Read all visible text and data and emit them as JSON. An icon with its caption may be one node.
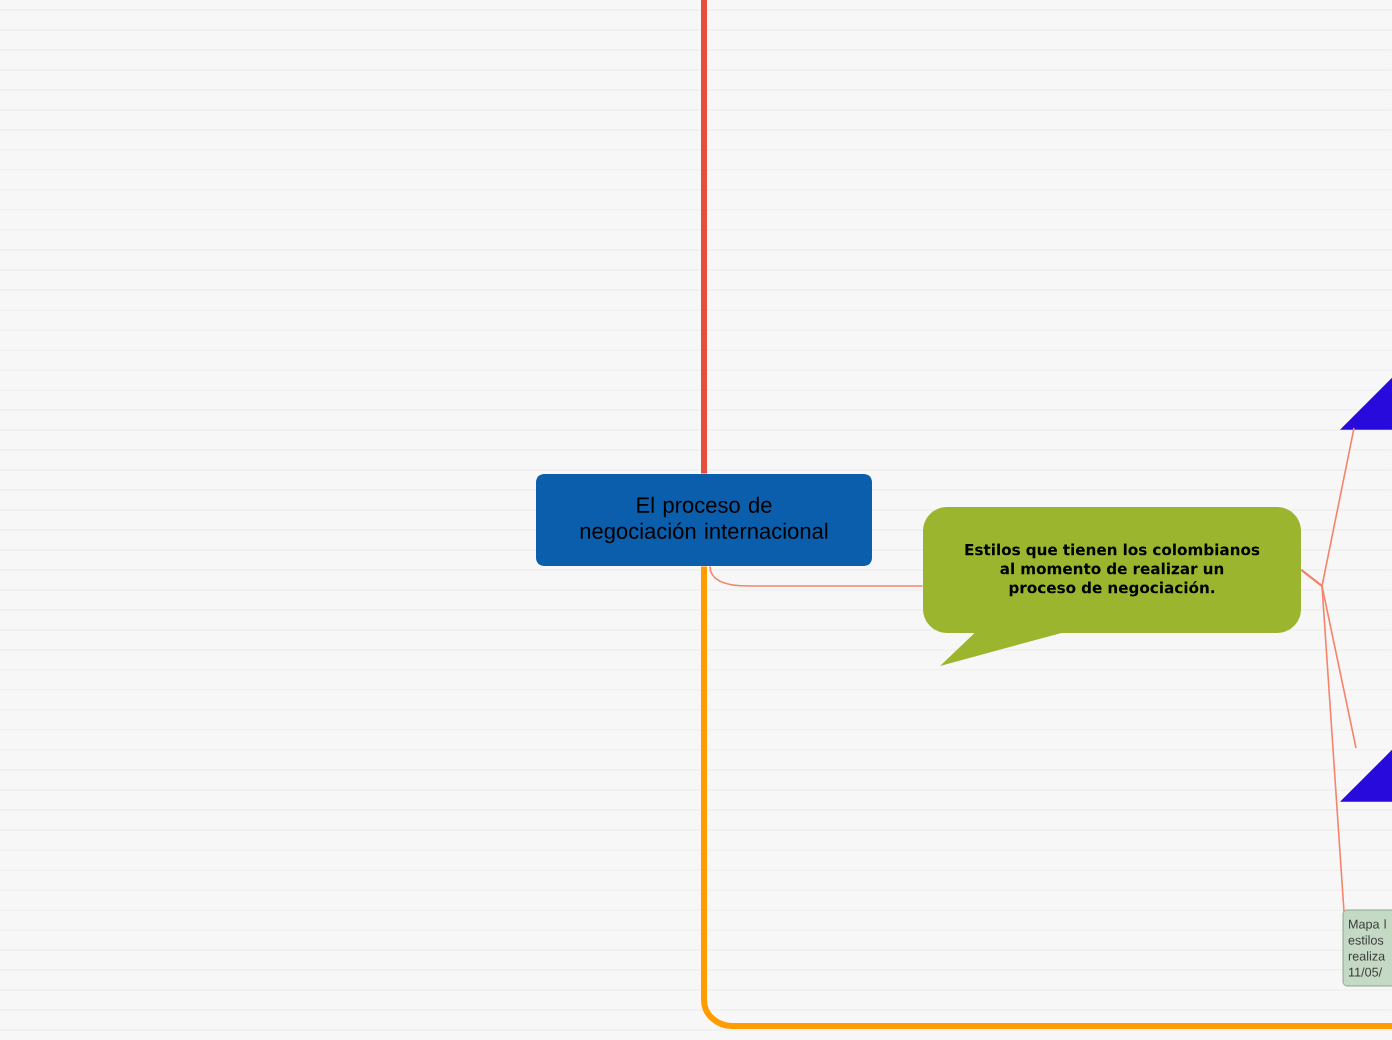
{
  "diagram": {
    "nodes": [
      {
        "text": [
          "El proceso de negociación internacional"
        ]
      },
      {
        "text": [
          "Estilos que tienen los colombianos al momento de realizar un proceso de negociación."
        ]
      },
      {
        "text": [],
        "shape": "triangle"
      },
      {
        "text": [],
        "shape": "triangle"
      },
      {
        "text": [
          "Mapa l estilos realiza 11/05/"
        ]
      }
    ],
    "edges": [
      {
        "from": null,
        "to": 0,
        "arrow": "none",
        "style": "thick",
        "color": "#e84c3d"
      },
      {
        "from": 0,
        "to": null,
        "arrow": "none",
        "style": "thick",
        "color": "#ff9c00"
      },
      {
        "from": 0,
        "to": 1,
        "arrow": "none"
      },
      {
        "from": 1,
        "to": 2,
        "arrow": "none"
      },
      {
        "from": 1,
        "to": 3,
        "arrow": "none"
      },
      {
        "from": 1,
        "to": 4,
        "arrow": "none"
      }
    ]
  }
}
